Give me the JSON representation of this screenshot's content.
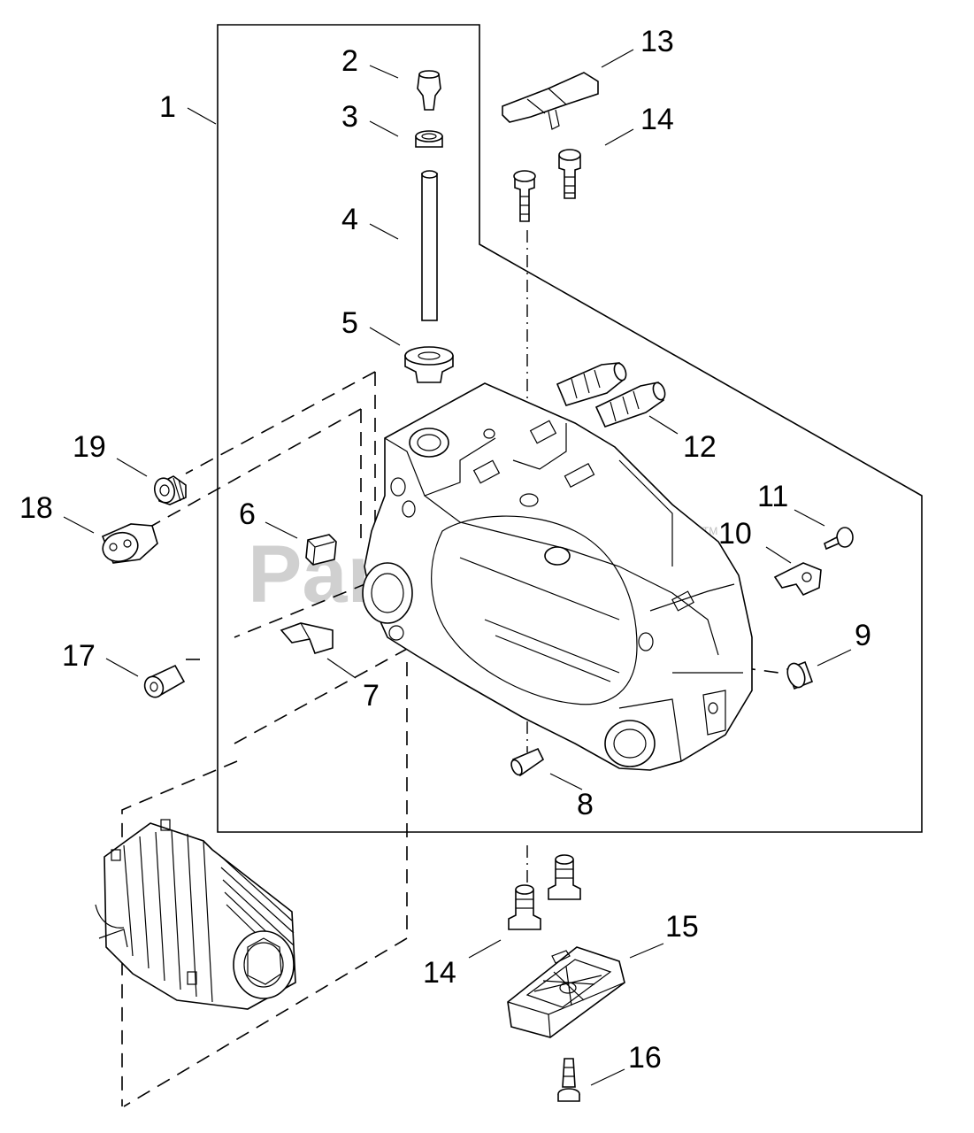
{
  "watermark": {
    "text": "PartsTree",
    "trademark": "TM"
  },
  "callouts": {
    "c1": "1",
    "c2": "2",
    "c3": "3",
    "c4": "4",
    "c5": "5",
    "c6": "6",
    "c7": "7",
    "c8": "8",
    "c9": "9",
    "c10": "10",
    "c11": "11",
    "c12": "12",
    "c13": "13",
    "c14a": "14",
    "c14b": "14",
    "c15": "15",
    "c16": "16",
    "c17": "17",
    "c18": "18",
    "c19": "19"
  }
}
